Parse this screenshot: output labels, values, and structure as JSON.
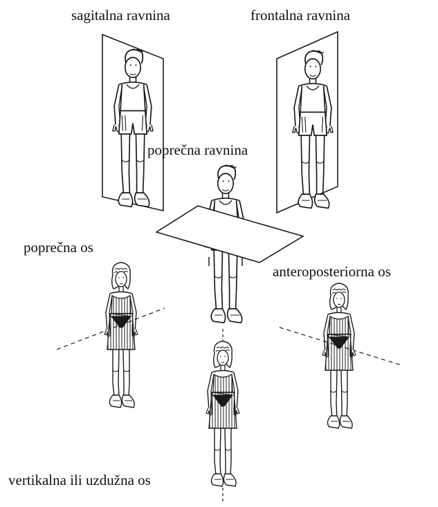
{
  "labels": {
    "sagittal_plane": "sagitalna ravnina",
    "frontal_plane": "frontalna ravnina",
    "transverse_plane": "poprečna ravnina",
    "transverse_axis": "poprečna os",
    "anteroposterior_axis": "anteroposteriorna os",
    "vertical_axis": "vertikalna ili uzdužna os"
  },
  "colors": {
    "ink": "#1a1a1a",
    "plane_fill": "#ffffff",
    "background": "#ffffff"
  },
  "icons": {
    "male_figure": "male-figure-icon",
    "female_figure": "female-figure-icon"
  }
}
